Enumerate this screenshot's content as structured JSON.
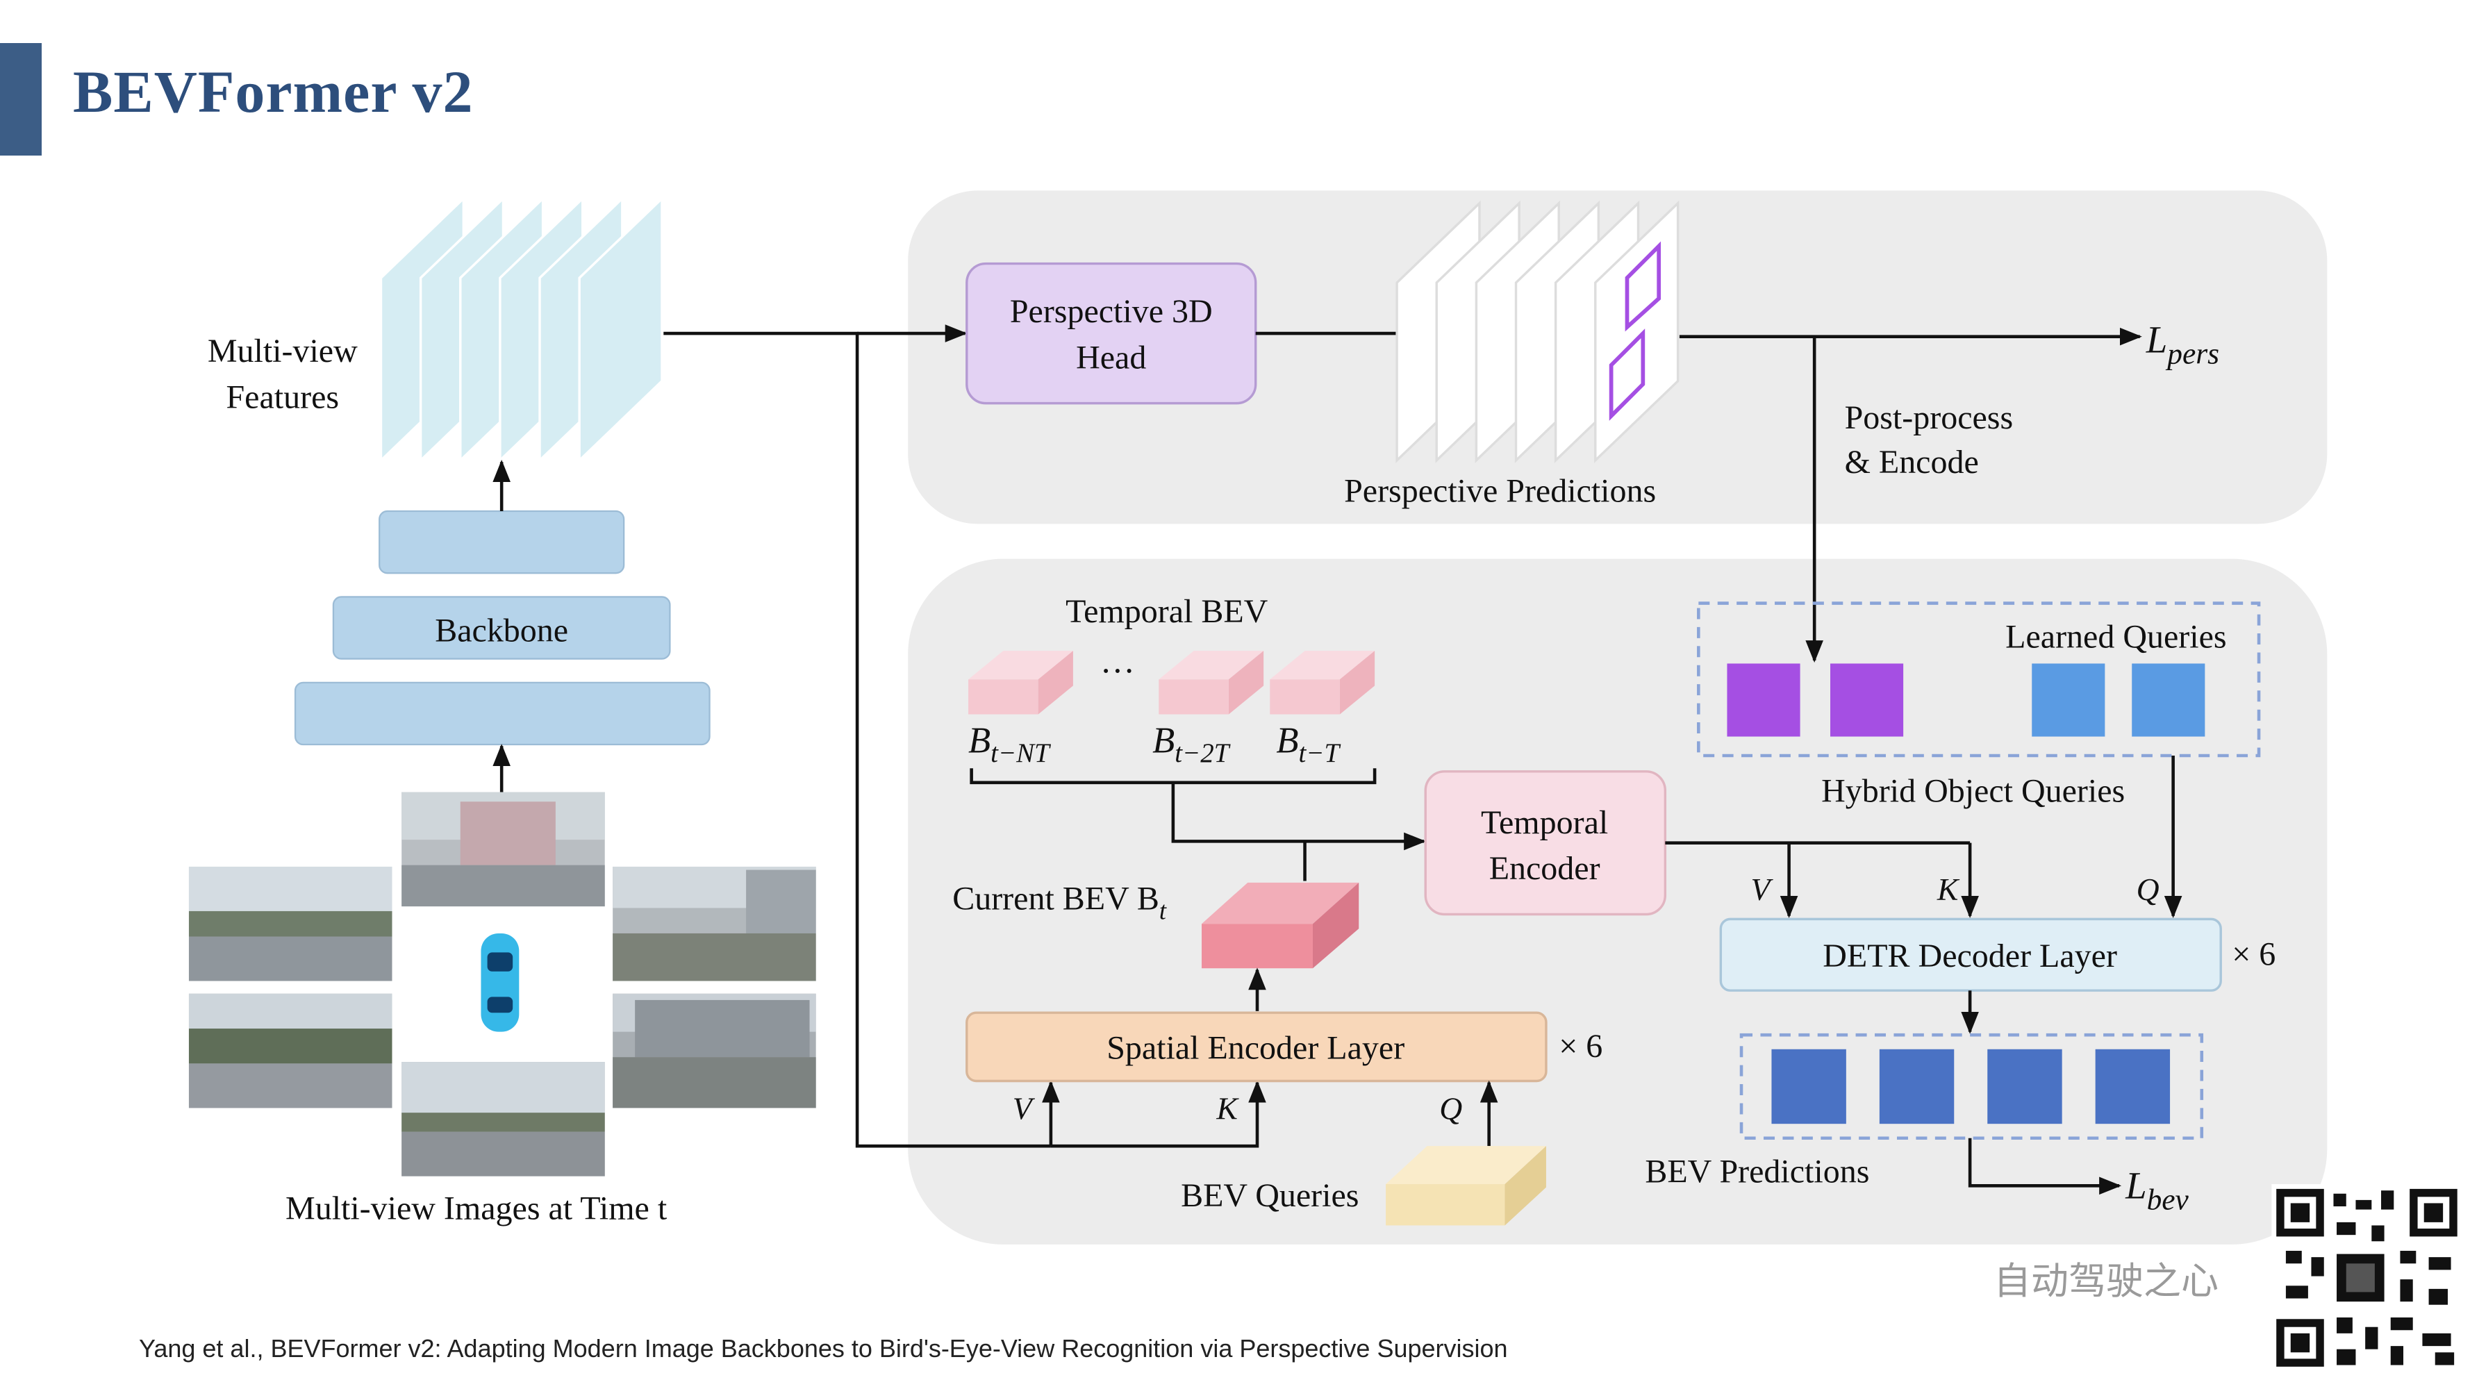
{
  "title": "BEVFormer v2",
  "citation": "Yang et al., BEVFormer v2: Adapting Modern Image Backbones to Bird's-Eye-View Recognition via Perspective Supervision",
  "watermark": "自动驾驶之心",
  "diagram": {
    "multiview_features": [
      "Multi-view",
      "Features"
    ],
    "backbone": "Backbone",
    "multiview_images": "Multi-view Images at Time t",
    "perspective_head": [
      "Perspective 3D",
      "Head"
    ],
    "perspective_predictions": "Perspective Predictions",
    "loss_pers": "L",
    "loss_pers_sub": "pers",
    "post_process": [
      "Post-process",
      "& Encode"
    ],
    "temporal_bev": "Temporal BEV",
    "temporal_ellipsis": "···",
    "bev_labels": [
      {
        "base": "B",
        "sub": "t−NT"
      },
      {
        "base": "B",
        "sub": "t−2T"
      },
      {
        "base": "B",
        "sub": "t−T"
      }
    ],
    "current_bev": "Current BEV B",
    "current_bev_sub": "t",
    "temporal_encoder": [
      "Temporal",
      "Encoder"
    ],
    "learned_queries": "Learned Queries",
    "hybrid_queries": "Hybrid Object Queries",
    "detr_decoder": "DETR Decoder Layer",
    "spatial_encoder": "Spatial Encoder Layer",
    "times6": "× 6",
    "bev_queries": "BEV Queries",
    "bev_predictions": "BEV Predictions",
    "loss_bev": "L",
    "loss_bev_sub": "bev",
    "inputs": {
      "v": "V",
      "k": "K",
      "q": "Q"
    }
  },
  "colors": {
    "feature_maps": "#d6edf3",
    "backbone": "#b5d3ea",
    "perspective_head": "#e3d2f3",
    "temporal_encoder": "#f8dde5",
    "spatial_encoder": "#f8d7b9",
    "detr_decoder": "#dfeef6",
    "learned_query_purple": "#a54fe3",
    "learned_query_blue": "#5a9be3",
    "bev_prediction": "#4a72c4",
    "bev_pink": "#f5c8d0",
    "current_bev": "#ee8f9d",
    "bev_queries": "#f5e3b4",
    "panel": "#ececec"
  }
}
